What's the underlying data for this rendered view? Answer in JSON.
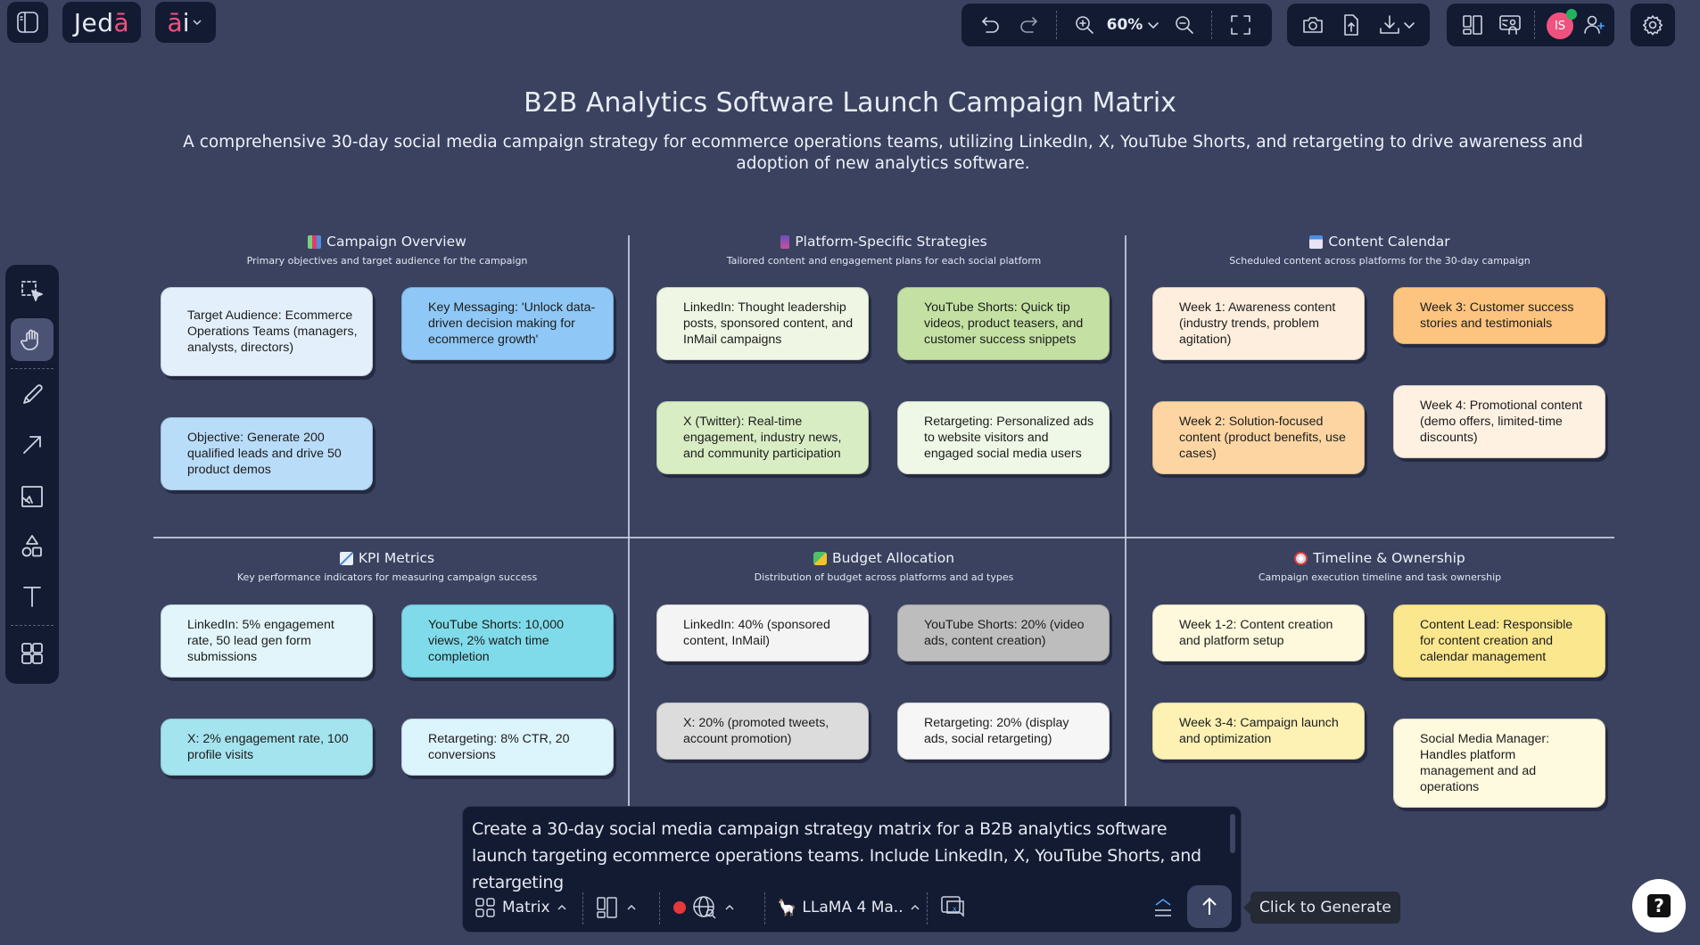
{
  "app": {
    "logo_prefix": "Jed",
    "logo_accent": "ā",
    "ai_accent": "ā",
    "ai_suffix": "i"
  },
  "toolbar": {
    "zoom_level": "60%",
    "user_initials": "IS",
    "accent_color": "#f0527f",
    "presence_color": "#22b35e"
  },
  "canvas": {
    "title": "B2B Analytics Software Launch Campaign Matrix",
    "subtitle": "A comprehensive 30-day social media campaign strategy for ecommerce operations teams, utilizing LinkedIn, X, YouTube Shorts, and retargeting to drive awareness and adoption of new analytics software."
  },
  "sections": [
    {
      "id": "campaign-overview",
      "icon": "bar-chart-emoji",
      "title": "Campaign Overview",
      "subtitle": "Primary objectives and target audience for the campaign",
      "cards": [
        {
          "text": "Target Audience: Ecommerce Operations Teams (managers, analysts, directors)",
          "color": "#e3f0fc"
        },
        {
          "text": "Key Messaging: 'Unlock data-driven decision making for ecommerce growth'",
          "color": "#8fc8f6"
        },
        {
          "text": "Objective: Generate 200 qualified leads and drive 50 product demos",
          "color": "#b9dcf9"
        }
      ]
    },
    {
      "id": "platform-strategies",
      "icon": "mobile-phone-emoji",
      "title": "Platform-Specific Strategies",
      "subtitle": "Tailored content and engagement plans for each social platform",
      "cards": [
        {
          "text": "LinkedIn: Thought leadership posts, sponsored content, and InMail campaigns",
          "color": "#eff7e4"
        },
        {
          "text": "YouTube Shorts: Quick tip videos, product teasers, and customer success snippets",
          "color": "#c4e1a3"
        },
        {
          "text": "X (Twitter): Real-time engagement, industry news, and community participation",
          "color": "#d9edc4"
        },
        {
          "text": "Retargeting: Personalized ads to website visitors and engaged social media users",
          "color": "#eff7e6"
        }
      ]
    },
    {
      "id": "content-calendar",
      "icon": "calendar-emoji",
      "title": "Content Calendar",
      "subtitle": "Scheduled content across platforms for the 30-day campaign",
      "cards": [
        {
          "text": "Week 1: Awareness content (industry trends, problem agitation)",
          "color": "#fdeedd"
        },
        {
          "text": "Week 3: Customer success stories and testimonials",
          "color": "#fcc47e"
        },
        {
          "text": "Week 2: Solution-focused content (product benefits, use cases)",
          "color": "#fdd5a2"
        },
        {
          "text": "Week 4: Promotional content (demo offers, limited-time discounts)",
          "color": "#fef1e2"
        }
      ]
    },
    {
      "id": "kpi-metrics",
      "icon": "chart-increasing-emoji",
      "title": "KPI Metrics",
      "subtitle": "Key performance indicators for measuring campaign success",
      "cards": [
        {
          "text": "LinkedIn: 5% engagement rate, 50 lead gen form submissions",
          "color": "#e2f5fa"
        },
        {
          "text": "YouTube Shorts: 10,000 views, 2% watch time completion",
          "color": "#7fdbea"
        },
        {
          "text": "X: 2% engagement rate, 100 profile visits",
          "color": "#a4e4ee"
        },
        {
          "text": "Retargeting: 8% CTR, 20 conversions",
          "color": "#dcf4fb"
        }
      ]
    },
    {
      "id": "budget-allocation",
      "icon": "money-with-wings-emoji",
      "title": "Budget Allocation",
      "subtitle": "Distribution of budget across platforms and ad types",
      "cards": [
        {
          "text": "LinkedIn: 40% (sponsored content, InMail)",
          "color": "#f4f4f4"
        },
        {
          "text": "YouTube Shorts: 20% (video ads, content creation)",
          "color": "#bdbdbd"
        },
        {
          "text": "X: 20% (promoted tweets, account promotion)",
          "color": "#dcdcdc"
        },
        {
          "text": "Retargeting: 20% (display ads, social retargeting)",
          "color": "#f6f6f6"
        }
      ]
    },
    {
      "id": "timeline-ownership",
      "icon": "clock-emoji",
      "title": "Timeline & Ownership",
      "subtitle": "Campaign execution timeline and task ownership",
      "cards": [
        {
          "text": "Week 1-2: Content creation and platform setup",
          "color": "#fef9dc"
        },
        {
          "text": "Content Lead: Responsible for content creation and calendar management",
          "color": "#fbe78e"
        },
        {
          "text": "Week 3-4: Campaign launch and optimization",
          "color": "#fdf2b4"
        },
        {
          "text": "Social Media Manager: Handles platform management and ad operations",
          "color": "#fefadf"
        }
      ]
    }
  ],
  "prompt": {
    "text": "Create a 30-day social media campaign strategy matrix for a B2B analytics software launch targeting ecommerce operations teams. Include LinkedIn, X, YouTube Shorts, and retargeting",
    "diagram_type": "Matrix",
    "model": "LLaMA 4 Ma..",
    "record_color": "#e5383b"
  },
  "tooltip": {
    "generate": "Click to Generate"
  }
}
